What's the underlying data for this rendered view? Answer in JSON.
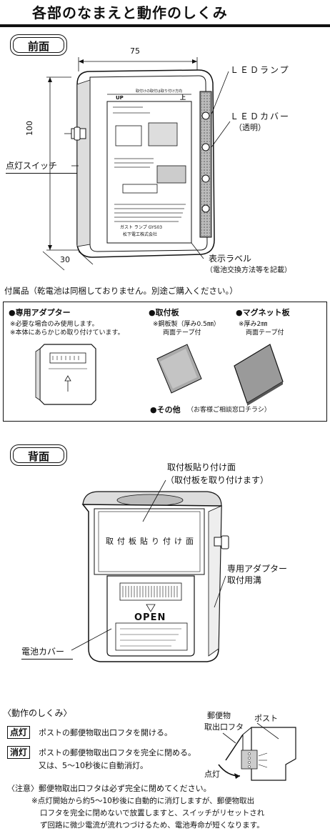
{
  "header": {
    "title": "各部のなまえと動作のしくみ"
  },
  "front": {
    "badge": "前面",
    "dim_width": "75",
    "dim_height": "100",
    "dim_depth": "30",
    "led_lamp": "ＬＥＤランプ",
    "led_cover": "ＬＥＤカバー",
    "led_cover_note": "（透明）",
    "switch": "点灯スイッチ",
    "label": "表示ラベル",
    "label_note": "（電池交換方法等を記載）",
    "device_top_left": "UP",
    "device_top_right": "上",
    "device_top_mid": "取付けの取付は取り付け方向",
    "device_brand": "ガスト ランプ GYS03",
    "device_maker": "松下電工株式会社"
  },
  "accessories": {
    "heading": "付属品（乾電池は同梱しておりません。別途ご購入ください。）",
    "adapter": {
      "title": "●専用アダプター",
      "note1": "※必要な場合のみ使用します。",
      "note2": "※本体にあらかじめ取り付けています。"
    },
    "plate": {
      "title": "●取付板",
      "note1": "※鋼板製（厚み0.5㎜）",
      "note2": "両面テープ付"
    },
    "magnet": {
      "title": "●マグネット板",
      "note1": "※厚み2㎜",
      "note2": "両面テープ付"
    },
    "other": {
      "title": "●その他",
      "note": "（お客様ご相談窓口チラシ）"
    }
  },
  "back": {
    "badge": "背面",
    "mount_face": "取付板貼り付け面",
    "mount_note": "（取付板を取り付けます）",
    "mount_face_print": "取付板貼り付け面",
    "adapter_groove_1": "専用アダプター",
    "adapter_groove_2": "取付用溝",
    "open": "OPEN",
    "battery_cover": "電池カバー"
  },
  "operation": {
    "heading": "〈動作のしくみ〉",
    "on_tag": "点灯",
    "on_text": "ポストの郵便物取出口フタを開ける。",
    "off_tag": "消灯",
    "off_text": "ポストの郵便物取出口フタを完全に閉める。",
    "off_text2": "又は、5～10秒後に自動消灯。",
    "diagram_lid": "郵便物",
    "diagram_lid2": "取出口フタ",
    "diagram_post": "ポスト",
    "diagram_on": "点灯"
  },
  "notes": {
    "title": "〈注意〉郵便物取出口フタは必ず完全に閉めてください。",
    "line1": "※点灯開始から約5～10秒後に自動的に消灯しますが、郵便物取出",
    "line2": "口フタを完全に閉めないで放置しますと、スイッチがリセットされ",
    "line3": "ず回路に微少電流が流れつづけるため、電池寿命が短くなります。"
  }
}
